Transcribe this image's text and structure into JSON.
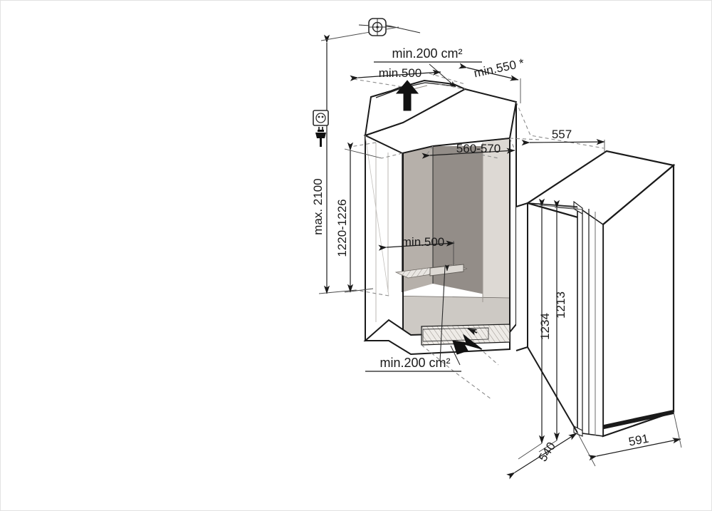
{
  "drawing": {
    "title": "Built-in refrigerator niche installation drawing",
    "units": "mm",
    "background": "#ffffff",
    "line_color": "#1a1a1a",
    "thin_line_color": "#4a4a4a",
    "dashed_line_color": "#7d7d7d",
    "fill_dark_grey": "#938d88",
    "fill_mid_grey": "#b6b0aa",
    "fill_light_grey": "#ddd9d4",
    "fill_floor_grey": "#cdc9c4",
    "fill_white": "#ffffff"
  },
  "dimensions": {
    "max_height": "max. 2100",
    "niche_height": "1220-1226",
    "niche_width": "560-570",
    "vent_top_area": "min.200 cm²",
    "vent_bottom_area": "min.200 cm²",
    "clearance_top": "min.500",
    "clearance_bottom": "min.500",
    "depth_min": "min.550 *",
    "appliance_depth": "557",
    "door_height_outer": "1234",
    "door_height_inner": "1213",
    "appliance_width": "540",
    "door_width": "591"
  },
  "symbols": {
    "socket": "power-socket-icon",
    "plug": "power-plug-icon",
    "target": "alignment-target-icon",
    "airflow_up": "airflow-arrow-up",
    "airflow_in": "airflow-arrow-in"
  }
}
